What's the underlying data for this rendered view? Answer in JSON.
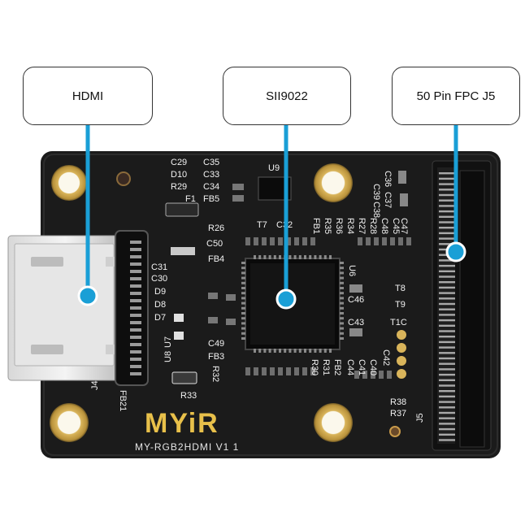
{
  "callouts": {
    "hdmi": "HDMI",
    "sii9022": "SII9022",
    "fpc": "50 Pin FPC J5"
  },
  "board": {
    "brand": "MYiR",
    "model": "MY-RGB2HDMI  V1  1",
    "labels": {
      "c29": "C29",
      "c35": "C35",
      "d10": "D10",
      "c33": "C33",
      "r29": "R29",
      "c34": "C34",
      "f1": "F1",
      "fb5": "FB5",
      "u9": "U9",
      "t7": "T7",
      "c32": "C32",
      "c39": "C39",
      "c36": "C36",
      "c38": "C38",
      "c37": "C37",
      "r26": "R26",
      "c50": "C50",
      "fb4": "FB4",
      "fb1": "FB1",
      "r35": "R35",
      "r36": "R36",
      "r34": "R34",
      "r27": "R27",
      "r28": "R28",
      "c48": "C48",
      "c47": "C47",
      "c45": "C45",
      "c31": "C31",
      "c30": "C30",
      "d9": "D9",
      "d8": "D8",
      "d7": "D7",
      "u7": "U7",
      "u8": "U8",
      "u6": "U6",
      "c46": "C46",
      "c43": "C43",
      "t8": "T8",
      "t9": "T9",
      "t1c": "T1C",
      "c49": "C49",
      "fb3": "FB3",
      "r32": "R32",
      "r30": "R30",
      "r31": "R31",
      "fb2": "FB2",
      "c44": "C44",
      "c41": "C41",
      "c40": "C40",
      "c42": "C42",
      "r33": "R33",
      "j4": "J4",
      "fb21": "FB21",
      "r38": "R38",
      "r37": "R37",
      "j5": "J5"
    }
  },
  "colors": {
    "pcb": "#1b1b1b",
    "accent": "#1a9fd6",
    "gold": "#d9b45a",
    "silkscreen": "#f2f2f2"
  }
}
